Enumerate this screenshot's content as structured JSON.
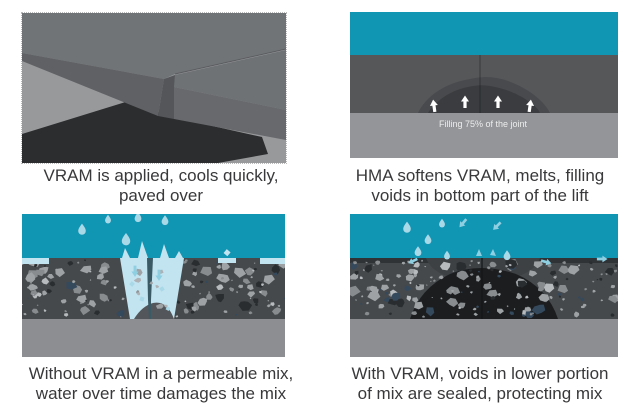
{
  "figure": {
    "panels": [
      {
        "id": "vram-applied",
        "caption_lines": [
          "VRAM is applied, cools quickly,",
          "paved over"
        ]
      },
      {
        "id": "hma-softens",
        "caption_lines": [
          "HMA softens VRAM, melts, filling",
          "voids in bottom part of the lift"
        ],
        "annotation": "Filling 75% of the joint"
      },
      {
        "id": "without-vram",
        "caption_lines": [
          "Without VRAM in a permeable mix,",
          "water over time damages the mix"
        ]
      },
      {
        "id": "with-vram",
        "caption_lines": [
          "With VRAM, voids in lower portion",
          "of mix are sealed, protecting mix"
        ]
      }
    ]
  },
  "colors": {
    "sky": "#1095b3",
    "caption_text": "#39393b",
    "annotation_text": "#ededed",
    "hma_dark_band": "#565759",
    "hma_light_band": "#939598",
    "vram_mound_outer": "#484a4d",
    "vram_mound_inner": "#3a3c3f",
    "ground": "#97999b",
    "slab_top": "#717477",
    "slab_front": "#5f6164",
    "slab_right_top": "#6f7275",
    "slab_right_front": "#67696c",
    "slab_end": "#54565a",
    "seam": "#5a5c5f",
    "vram_strip": "#2b2d2f",
    "aggregate_bg": "#46494c",
    "aggregate_top": "#303336",
    "base_layer": "#8c8e91",
    "water": "#c2e4f0",
    "water_arrow": "#8fcfe2",
    "droplet": "#a9d8e7",
    "crack": "#3a5a66",
    "vram_dome": "#1b1d1f",
    "vram_cap": "#3e4144",
    "joint_line": "#141618",
    "arrow_white": "#ffffff",
    "stone_palette": [
      "#9ea2a5",
      "#9ea2a5",
      "#9ea2a5",
      "#888c8f",
      "#888c8f",
      "#35495c",
      "#2a2d30",
      "#b7bbbe"
    ]
  }
}
